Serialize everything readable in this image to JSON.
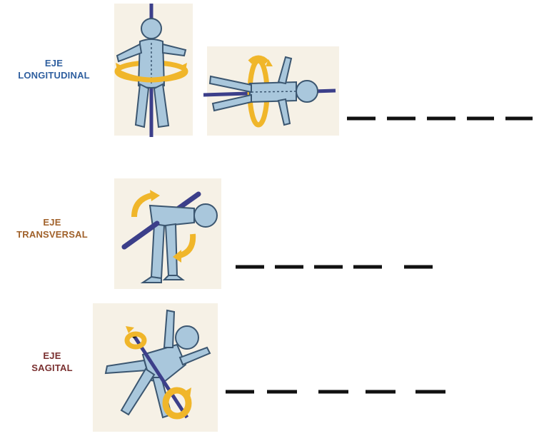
{
  "axes": [
    {
      "id": "longitudinal",
      "label_line1": "EJE",
      "label_line2": "LONGITUDINAL",
      "color": "#2f5f9f"
    },
    {
      "id": "transversal",
      "label_line1": "EJE",
      "label_line2": "TRANSVERSAL",
      "color": "#a0612a"
    },
    {
      "id": "sagital",
      "label_line1": "EJE",
      "label_line2": "SAGITAL",
      "color": "#7a3030"
    }
  ],
  "colors": {
    "figure_fill": "#a9c7dc",
    "figure_stroke": "#3b5670",
    "axis_rod": "#3c3f8a",
    "rotation_arrow": "#f0b62a",
    "blank_line": "#111111"
  },
  "icons": {
    "figure": "human-figure-icon",
    "arrow": "rotation-arrow-icon"
  }
}
